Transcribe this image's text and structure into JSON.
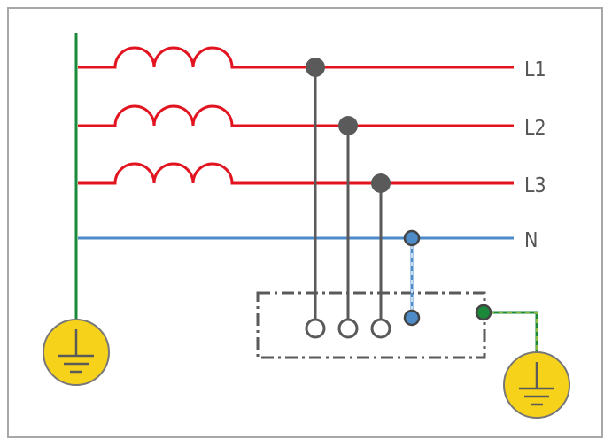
{
  "diagram": {
    "lines": [
      {
        "id": "L1",
        "label": "L1"
      },
      {
        "id": "L2",
        "label": "L2"
      },
      {
        "id": "L3",
        "label": "L3"
      },
      {
        "id": "N",
        "label": "N"
      }
    ],
    "colors": {
      "phase": "#e2141f",
      "neutral": "#4d8bc9",
      "neutral_dashed": "#7fb6e3",
      "earth": "#1a8a3a",
      "earth_dashed": "#8ab83c",
      "conductor": "#5a5a5a",
      "ground_fill": "#f7d21b",
      "ground_stroke": "#777777"
    },
    "icons": [
      "ground-symbol-icon",
      "inductor-coil-icon"
    ]
  }
}
